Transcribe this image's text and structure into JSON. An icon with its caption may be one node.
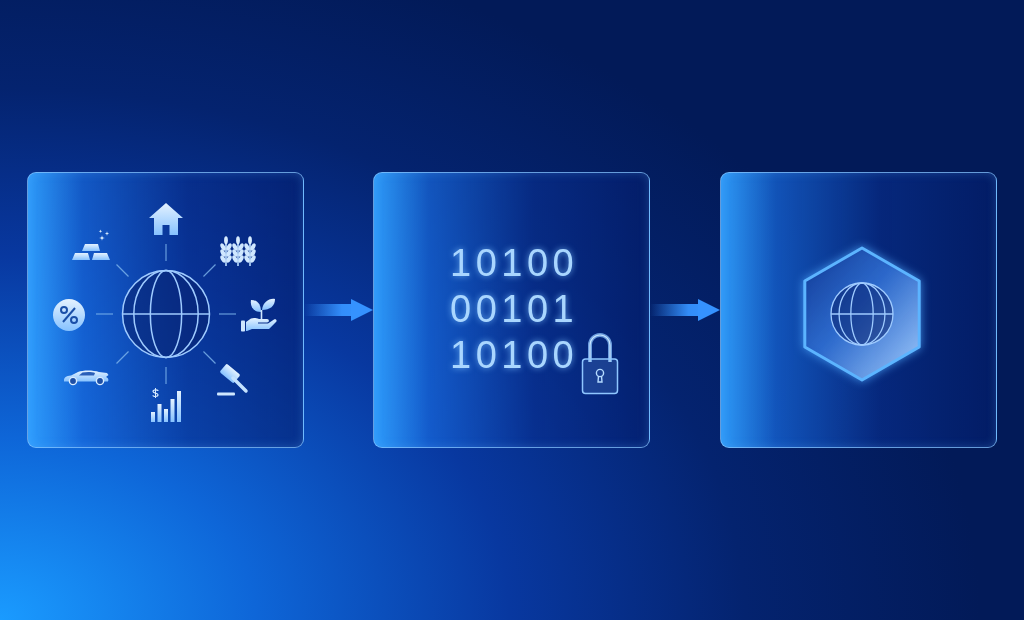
{
  "diagram": {
    "nodes": [
      {
        "text": [],
        "shape": "box"
      },
      {
        "text": [
          "10100 00101 10100"
        ]
      },
      {
        "text": [],
        "shape": "box"
      }
    ],
    "edges": [
      {
        "from": 0,
        "to": 1,
        "arrow": "to"
      },
      {
        "from": 1,
        "to": 2,
        "arrow": "to"
      }
    ]
  }
}
